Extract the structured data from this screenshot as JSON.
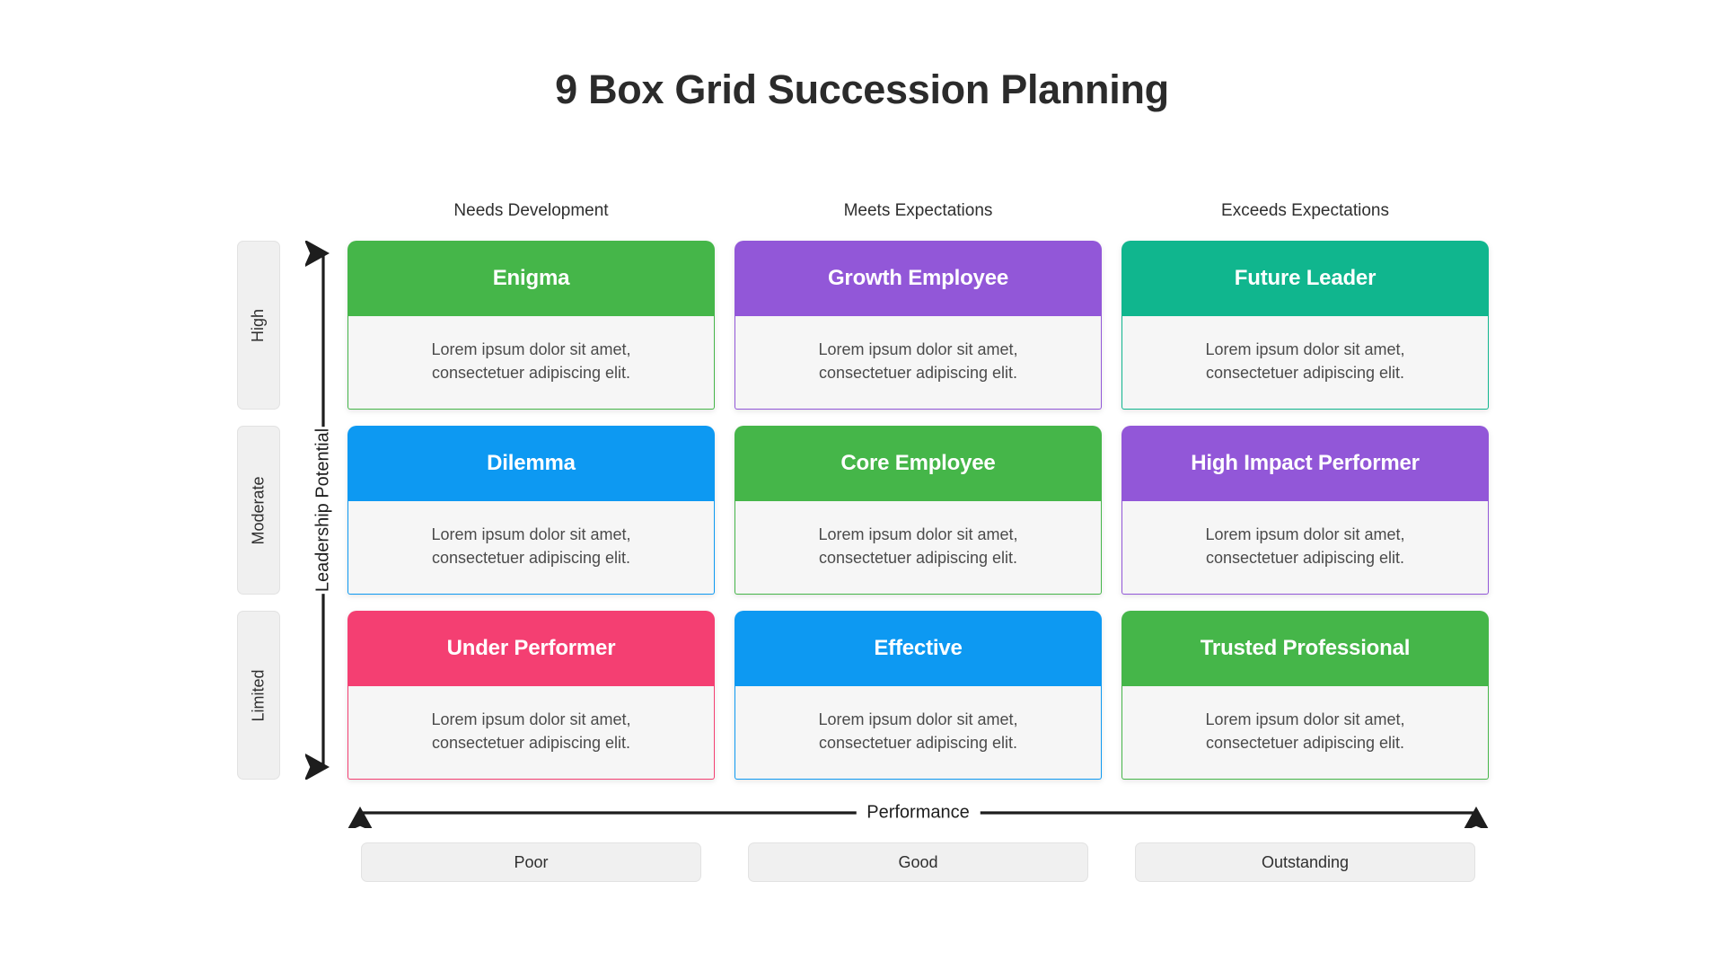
{
  "page": {
    "title": "9 Box Grid Succession Planning",
    "background": "#ffffff"
  },
  "axes": {
    "x": {
      "title": "Performance",
      "arrow": "double-headed-horizontal-arrow",
      "categories": [
        "Poor",
        "Good",
        "Outstanding"
      ],
      "column_headers": [
        "Needs Development",
        "Meets Expectations",
        "Exceeds Expectations"
      ]
    },
    "y": {
      "title": "Leadership Potential",
      "arrow": "double-headed-vertical-arrow",
      "categories": [
        "High",
        "Moderate",
        "Limited"
      ]
    }
  },
  "palette": {
    "green": "#45b649",
    "purple": "#9257d8",
    "teal": "#10b68e",
    "blue": "#0d99f2",
    "pink": "#f43f72",
    "body_bg": "#f6f6f6",
    "label_bg": "#f0f0f0",
    "title_color": "#2b2b2b"
  },
  "grid": {
    "cells": [
      {
        "row": "High",
        "column": "Needs Development",
        "title": "Enigma",
        "body": "Lorem ipsum dolor sit amet, consectetuer adipiscing elit.",
        "color": "#45b649"
      },
      {
        "row": "High",
        "column": "Meets Expectations",
        "title": "Growth Employee",
        "body": "Lorem ipsum dolor sit amet, consectetuer adipiscing elit.",
        "color": "#9257d8"
      },
      {
        "row": "High",
        "column": "Exceeds Expectations",
        "title": "Future Leader",
        "body": "Lorem ipsum dolor sit amet, consectetuer adipiscing elit.",
        "color": "#10b68e"
      },
      {
        "row": "Moderate",
        "column": "Needs Development",
        "title": "Dilemma",
        "body": "Lorem ipsum dolor sit amet, consectetuer adipiscing elit.",
        "color": "#0d99f2"
      },
      {
        "row": "Moderate",
        "column": "Meets Expectations",
        "title": "Core Employee",
        "body": "Lorem ipsum dolor sit amet, consectetuer adipiscing elit.",
        "color": "#45b649"
      },
      {
        "row": "Moderate",
        "column": "Exceeds Expectations",
        "title": "High Impact Performer",
        "body": "Lorem ipsum dolor sit amet, consectetuer adipiscing elit.",
        "color": "#9257d8"
      },
      {
        "row": "Limited",
        "column": "Needs Development",
        "title": "Under Performer",
        "body": "Lorem ipsum dolor sit amet, consectetuer adipiscing elit.",
        "color": "#f43f72"
      },
      {
        "row": "Limited",
        "column": "Meets Expectations",
        "title": "Effective",
        "body": "Lorem ipsum dolor sit amet, consectetuer adipiscing elit.",
        "color": "#0d99f2"
      },
      {
        "row": "Limited",
        "column": "Exceeds Expectations",
        "title": "Trusted Professional",
        "body": "Lorem ipsum dolor sit amet, consectetuer adipiscing elit.",
        "color": "#45b649"
      }
    ]
  },
  "chart_data": {
    "type": "table",
    "title": "9 Box Grid Succession Planning",
    "xlabel": "Performance",
    "ylabel": "Leadership Potential",
    "x_categories": [
      "Needs Development",
      "Meets Expectations",
      "Exceeds Expectations"
    ],
    "x_scale": [
      "Poor",
      "Good",
      "Outstanding"
    ],
    "y_categories": [
      "High",
      "Moderate",
      "Limited"
    ],
    "cells": [
      [
        "Enigma",
        "Growth Employee",
        "Future Leader"
      ],
      [
        "Dilemma",
        "Core Employee",
        "High Impact Performer"
      ],
      [
        "Under Performer",
        "Effective",
        "Trusted Professional"
      ]
    ],
    "cell_colors": [
      [
        "#45b649",
        "#9257d8",
        "#10b68e"
      ],
      [
        "#0d99f2",
        "#45b649",
        "#9257d8"
      ],
      [
        "#f43f72",
        "#0d99f2",
        "#45b649"
      ]
    ],
    "grid": false,
    "legend": "none"
  }
}
